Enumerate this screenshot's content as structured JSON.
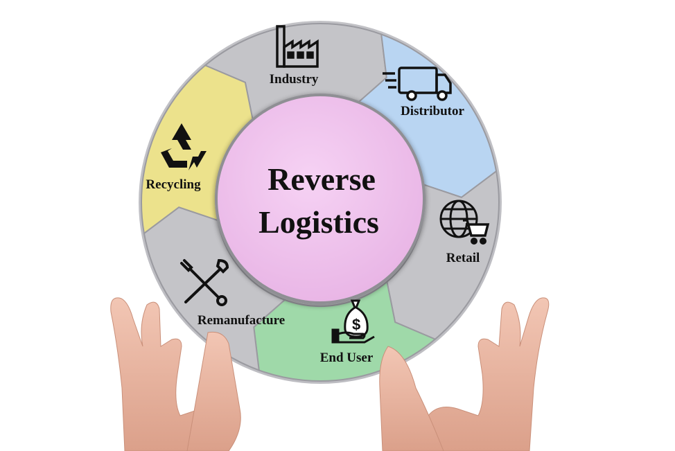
{
  "diagram": {
    "center": {
      "line1": "Reverse",
      "line2": "Logistics",
      "color": "#f0c3ef"
    },
    "ring_color": "#c9c9cc",
    "segments": [
      {
        "key": "industry",
        "label": "Industry",
        "icon": "factory-icon",
        "color": "#c4c4c8"
      },
      {
        "key": "distributor",
        "label": "Distributor",
        "icon": "delivery-truck-icon",
        "color": "#b9d5f2"
      },
      {
        "key": "retail",
        "label": "Retail",
        "icon": "globe-cart-icon",
        "color": "#c4c4c8"
      },
      {
        "key": "end_user",
        "label": "End User",
        "icon": "money-bag-hand-icon",
        "color": "#9fd9a9"
      },
      {
        "key": "remanufacture",
        "label": "Remanufacture",
        "icon": "wrench-screwdriver-icon",
        "color": "#c4c4c8"
      },
      {
        "key": "recycling",
        "label": "Recycling",
        "icon": "recycle-icon",
        "color": "#ece28c"
      }
    ]
  }
}
